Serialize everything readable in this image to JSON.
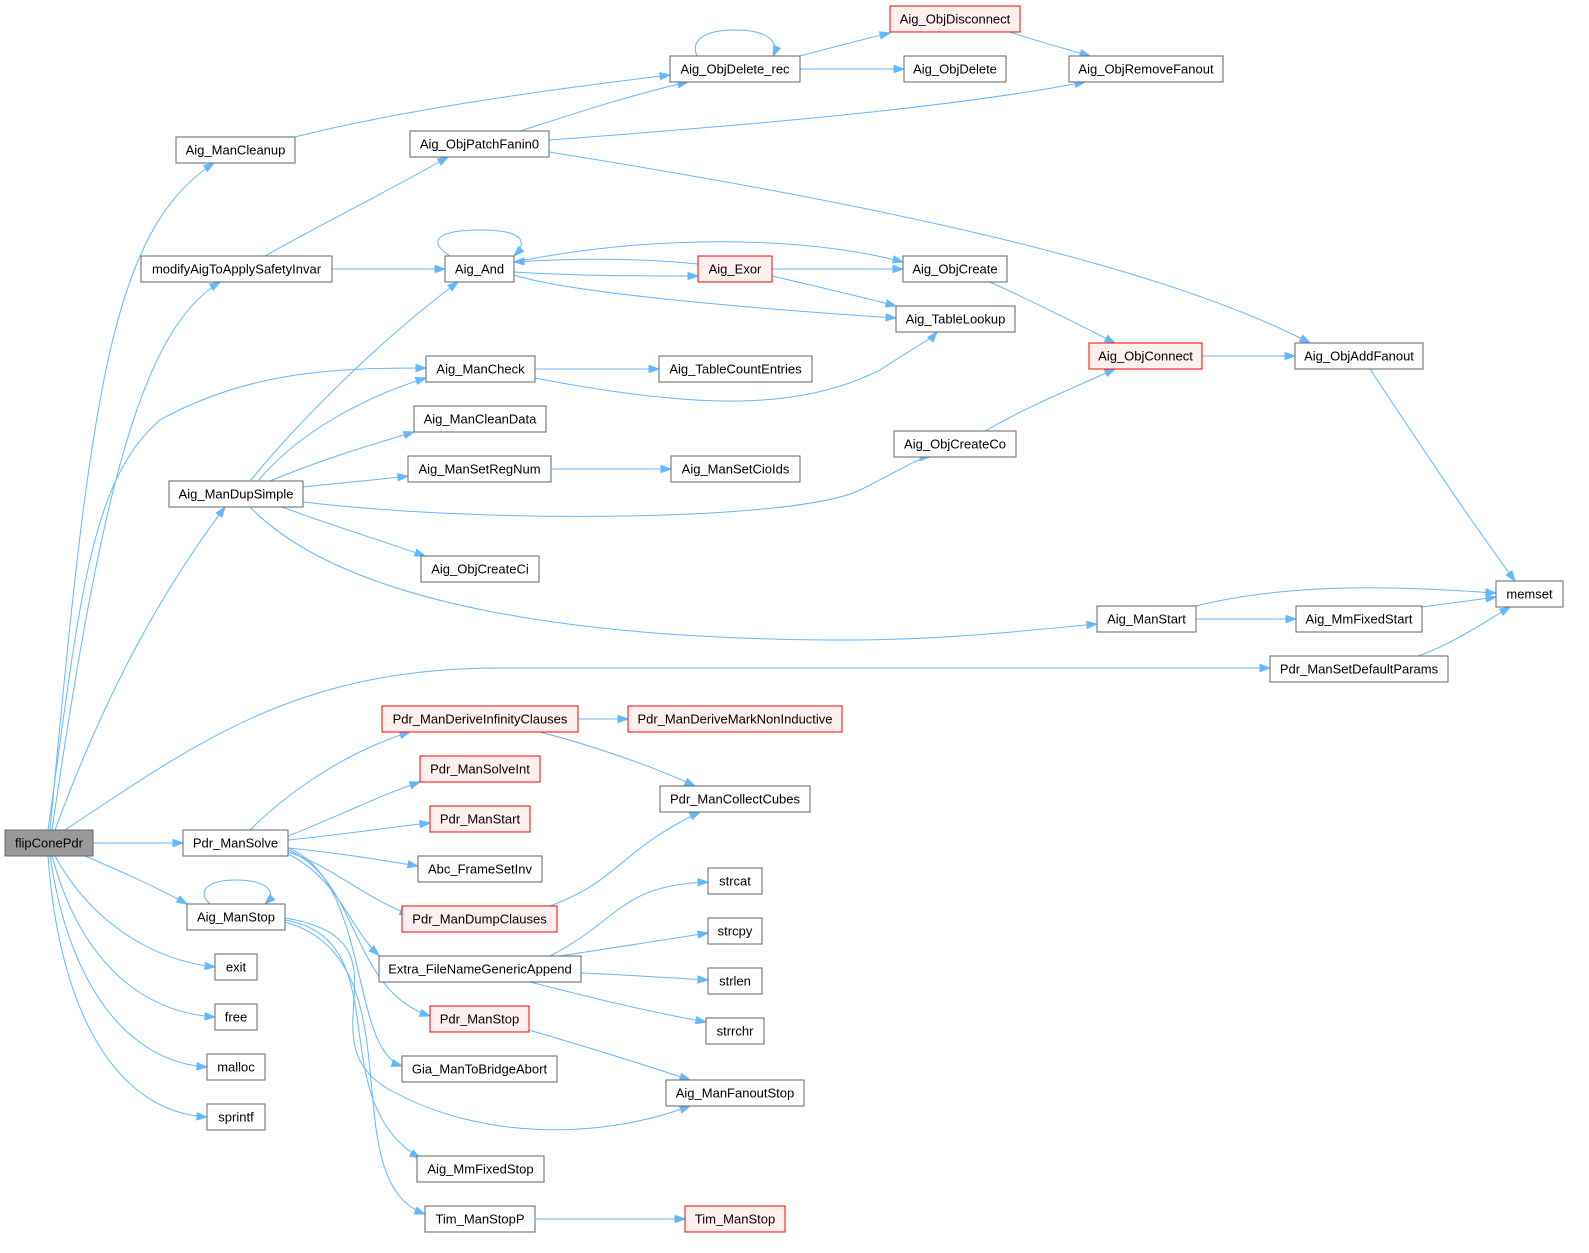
{
  "diagram": {
    "title": "flipConePdr call graph",
    "colors": {
      "edge": "#63b8ff",
      "border_normal": "#666666",
      "border_truncated": "#ff0000",
      "fill_normal": "#ffffff",
      "fill_truncated": "#fff0f0",
      "fill_root": "#999999",
      "border_root": "#666666"
    },
    "nodes": {
      "flipConePdr": "flipConePdr",
      "Aig_ManCleanup": "Aig_ManCleanup",
      "modifyAigToApplySafetyInvar": "modifyAigToApplySafetyInvar",
      "Aig_ManDupSimple": "Aig_ManDupSimple",
      "Pdr_ManSolve": "Pdr_ManSolve",
      "Aig_ManStop": "Aig_ManStop",
      "exit": "exit",
      "free": "free",
      "malloc": "malloc",
      "sprintf": "sprintf",
      "Aig_ObjPatchFanin0": "Aig_ObjPatchFanin0",
      "Aig_And": "Aig_And",
      "Aig_ManCheck": "Aig_ManCheck",
      "Aig_ManCleanData": "Aig_ManCleanData",
      "Aig_ManSetRegNum": "Aig_ManSetRegNum",
      "Aig_ObjCreateCi": "Aig_ObjCreateCi",
      "Pdr_ManDeriveInfinityClauses": "Pdr_ManDeriveInfinityClauses",
      "Pdr_ManSolveInt": "Pdr_ManSolveInt",
      "Pdr_ManStart": "Pdr_ManStart",
      "Abc_FrameSetInv": "Abc_FrameSetInv",
      "Pdr_ManDumpClauses": "Pdr_ManDumpClauses",
      "Extra_FileNameGenericAppend": "Extra_FileNameGenericAppend",
      "Pdr_ManStop": "Pdr_ManStop",
      "Gia_ManToBridgeAbort": "Gia_ManToBridgeAbort",
      "Aig_MmFixedStop": "Aig_MmFixedStop",
      "Tim_ManStopP": "Tim_ManStopP",
      "Aig_ObjDelete_rec": "Aig_ObjDelete_rec",
      "Aig_Exor": "Aig_Exor",
      "Aig_TableCountEntries": "Aig_TableCountEntries",
      "Aig_ManSetCioIds": "Aig_ManSetCioIds",
      "Pdr_ManDeriveMarkNonInductive": "Pdr_ManDeriveMarkNonInductive",
      "Pdr_ManCollectCubes": "Pdr_ManCollectCubes",
      "strcat": "strcat",
      "strcpy": "strcpy",
      "strlen": "strlen",
      "strrchr": "strrchr",
      "Aig_ManFanoutStop": "Aig_ManFanoutStop",
      "Tim_ManStop": "Tim_ManStop",
      "Aig_ObjDisconnect": "Aig_ObjDisconnect",
      "Aig_ObjDelete": "Aig_ObjDelete",
      "Aig_ObjCreate": "Aig_ObjCreate",
      "Aig_TableLookup": "Aig_TableLookup",
      "Aig_ObjCreateCo": "Aig_ObjCreateCo",
      "Aig_ManStart": "Aig_ManStart",
      "Aig_ObjRemoveFanout": "Aig_ObjRemoveFanout",
      "Aig_ObjConnect": "Aig_ObjConnect",
      "Aig_MmFixedStart": "Aig_MmFixedStart",
      "Pdr_ManSetDefaultParams": "Pdr_ManSetDefaultParams",
      "Aig_ObjAddFanout": "Aig_ObjAddFanout",
      "memset": "memset"
    }
  }
}
